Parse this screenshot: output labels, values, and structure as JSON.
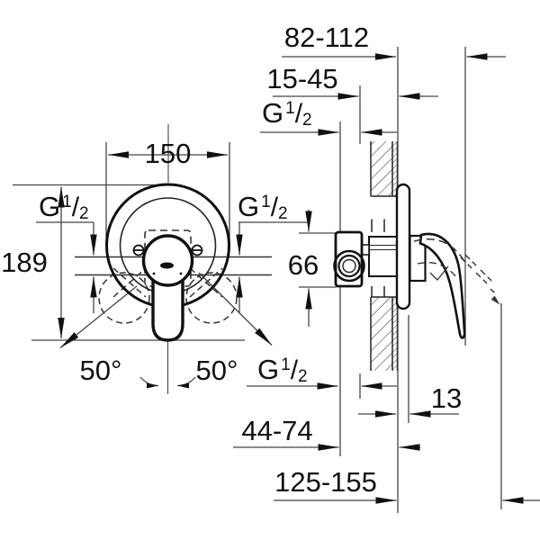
{
  "dimensions": {
    "front_width": "150",
    "front_height": "189",
    "swing_angle_left": "50°",
    "swing_angle_right": "50°",
    "handle_projection": "82-112",
    "wall_depth_range": "15-45",
    "port_spacing": "66",
    "escutcheon_offset": "13",
    "body_depth_range": "44-74",
    "max_projection_range": "125-155"
  },
  "labels": {
    "thread": {
      "g": "G",
      "numerator": "1",
      "slash": "/",
      "denominator": "2"
    }
  },
  "colors": {
    "line": "#1a1a1a",
    "thin_line": "#444444",
    "background": "#ffffff"
  }
}
